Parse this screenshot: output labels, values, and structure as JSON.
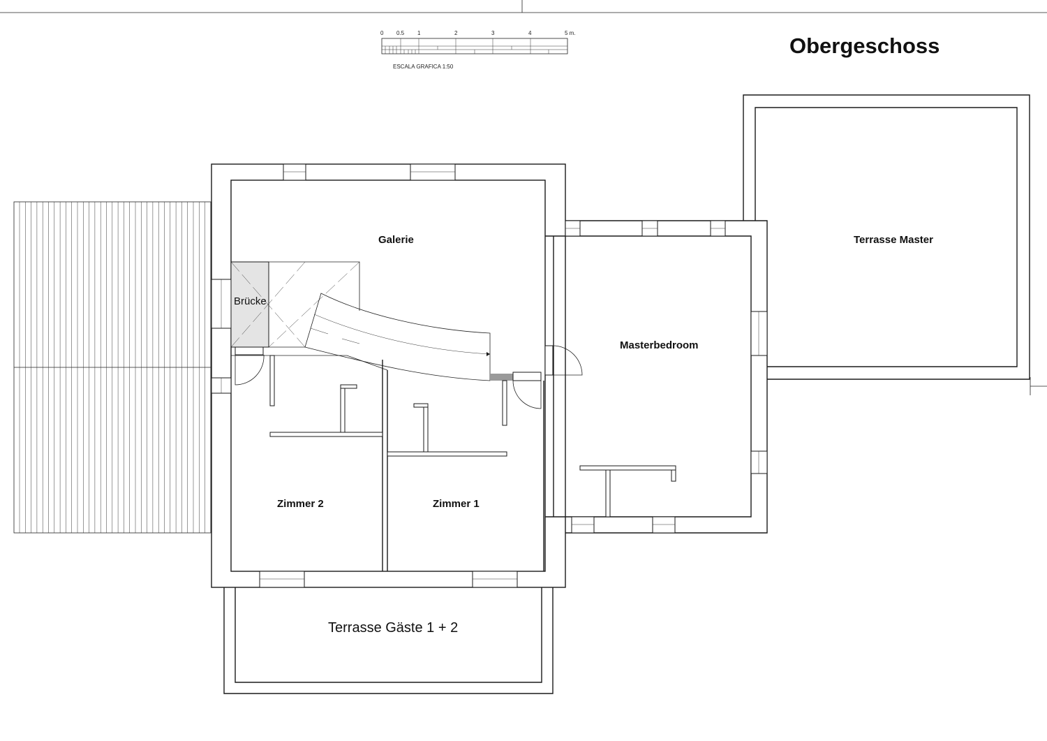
{
  "title": "Obergeschoss",
  "scale": {
    "ticks": [
      "0",
      "0.5",
      "1",
      "2",
      "3",
      "4",
      "5 m."
    ],
    "caption": "ESCALA GRAFICA 1:50"
  },
  "rooms": {
    "galerie": "Galerie",
    "bruecke": "Brücke",
    "masterbedroom": "Masterbedroom",
    "terrasse_master": "Terrasse Master",
    "zimmer_2": "Zimmer 2",
    "zimmer_1": "Zimmer 1",
    "terrasse_gaeste": "Terrasse Gäste 1 + 2"
  },
  "colors": {
    "line": "#1a1a1a",
    "bridge_fill": "#e4e4e4",
    "threshold": "#9a9a9a"
  }
}
